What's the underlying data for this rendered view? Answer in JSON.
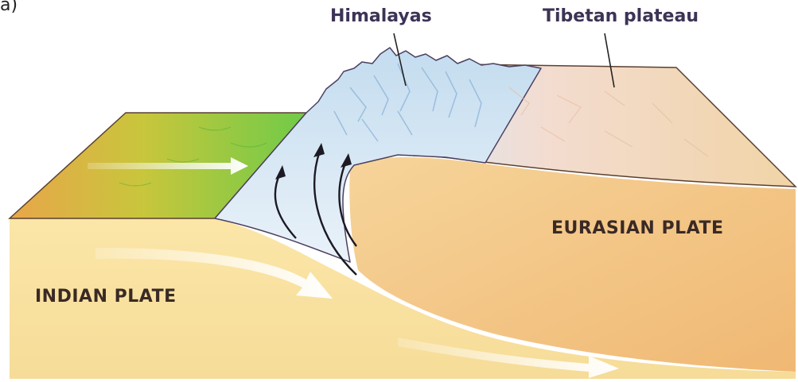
{
  "labels": {
    "corner": "a)",
    "himalayas": "Himalayas",
    "tibetan_plateau": "Tibetan plateau",
    "eurasian_plate": "EURASIAN PLATE",
    "indian_plate": "INDIAN PLATE"
  },
  "colors": {
    "label_top": "#3d3356",
    "plate_label": "#3a2a25",
    "indian_crust": "#f8e3a6",
    "eurasian_crust": "#f2c98a",
    "plateau_top": "#f0d9b2",
    "mountain_snow": "#cfe3f2",
    "green_top": "#7fcf45",
    "orange_top": "#e8a64a"
  },
  "icons": [
    "motion-arrow-icon",
    "uplift-arrow-icon"
  ]
}
